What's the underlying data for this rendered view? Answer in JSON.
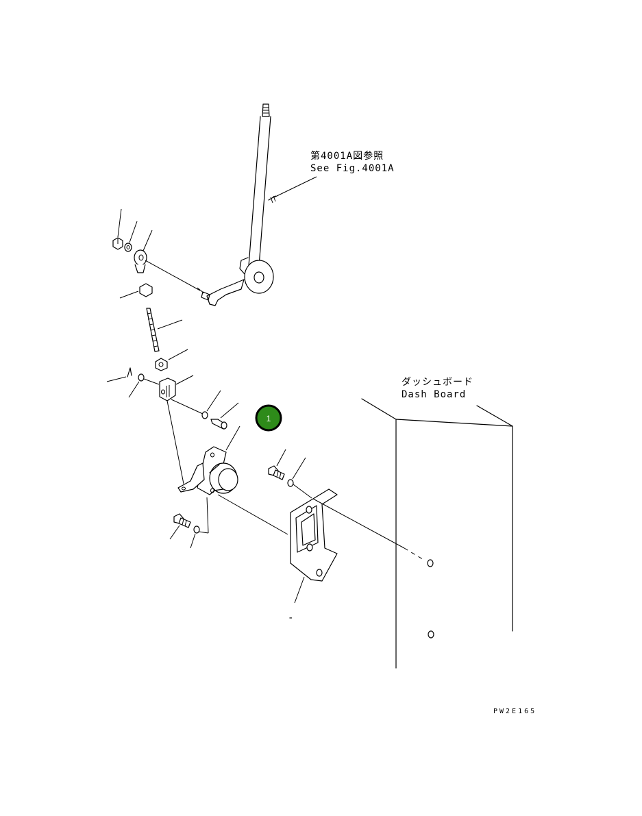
{
  "reference_note": {
    "line_jp": "第4001A図参照",
    "line_en": "See Fig.4001A"
  },
  "dash_board_label": {
    "line_jp": "ダッシュボード",
    "line_en": "Dash Board"
  },
  "callout": {
    "number": "1",
    "color": "#2e8b1a"
  },
  "bottom_dash": "-",
  "drawing_code": "PW2E165"
}
